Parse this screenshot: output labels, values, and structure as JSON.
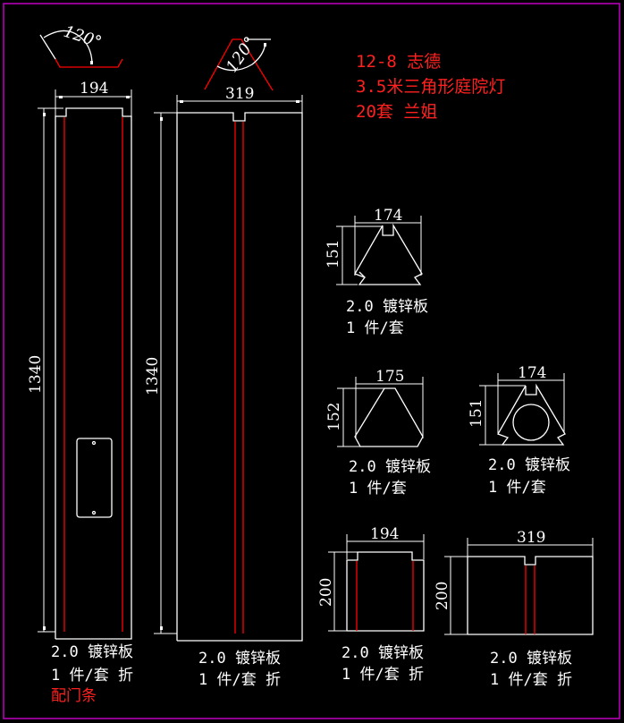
{
  "colors": {
    "background": "#000000",
    "line": "#ffffff",
    "fold": "#ff0000",
    "border": "#c000c0",
    "note": "#ff2020"
  },
  "title_notes": [
    "12-8 志德",
    "3.5米三角形庭院灯",
    "20套 兰姐"
  ],
  "parts": [
    {
      "id": "door-strip",
      "width_dim": "194",
      "height_dim": "1340",
      "angle": "120°",
      "label_line1": "2.0 镀锌板",
      "label_line2": "1 件/套 折",
      "label_line3": "配门条"
    },
    {
      "id": "main-panel",
      "width_dim": "319",
      "height_dim": "1340",
      "angle": "120°",
      "label_line1": "2.0 镀锌板",
      "label_line2": "1 件/套 折"
    },
    {
      "id": "triangle-a",
      "width_dim": "174",
      "height_dim": "151",
      "label_line1": "2.0 镀锌板",
      "label_line2": "1 件/套"
    },
    {
      "id": "triangle-b",
      "width_dim": "175",
      "height_dim": "152",
      "label_line1": "2.0 镀锌板",
      "label_line2": "1 件/套"
    },
    {
      "id": "triangle-c",
      "width_dim": "174",
      "height_dim": "151",
      "label_line1": "2.0 镀锌板",
      "label_line2": "1 件/套"
    },
    {
      "id": "short-strip",
      "width_dim": "194",
      "height_dim": "200",
      "label_line1": "2.0 镀锌板",
      "label_line2": "1 件/套 折"
    },
    {
      "id": "short-panel",
      "width_dim": "319",
      "height_dim": "200",
      "label_line1": "2.0 镀锌板",
      "label_line2": "1 件/套 折"
    }
  ]
}
